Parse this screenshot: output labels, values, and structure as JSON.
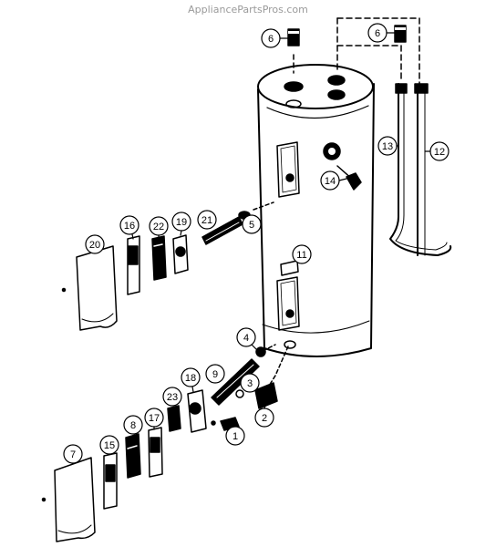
{
  "watermark": "AppliancePartsPros.com",
  "callouts": [
    "1",
    "2",
    "3",
    "4",
    "5",
    "6",
    "6",
    "7",
    "8",
    "9",
    "11",
    "12",
    "13",
    "14",
    "15",
    "16",
    "17",
    "18",
    "19",
    "20",
    "21",
    "22",
    "23"
  ]
}
